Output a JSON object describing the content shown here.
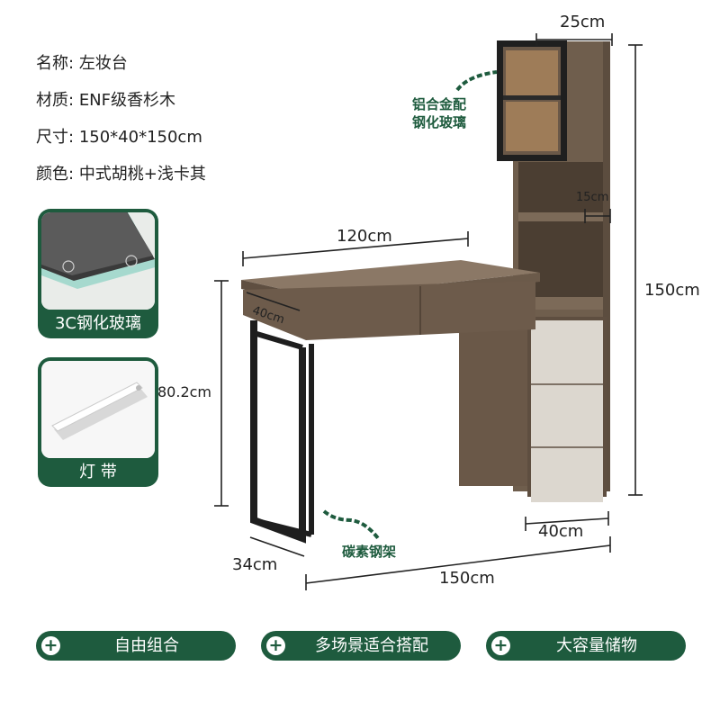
{
  "specs": [
    {
      "label": "名称:",
      "value": "左妆台"
    },
    {
      "label": "材质:",
      "value": "ENF级香杉木"
    },
    {
      "label": "尺寸:",
      "value": "150*40*150cm"
    },
    {
      "label": "颜色:",
      "value": "中式胡桃+浅卡其"
    }
  ],
  "features": [
    {
      "caption": "3C钢化玻璃",
      "icon": "tempered-glass-icon"
    },
    {
      "caption": "灯 带",
      "icon": "led-strip-icon"
    }
  ],
  "dimensions": {
    "top_depth": "25cm",
    "shelf_gap": "15cm",
    "desk_width": "120cm",
    "desk_depth": "40cm",
    "total_height": "150cm",
    "desk_height": "80.2cm",
    "leg_depth": "34cm",
    "cabinet_depth": "40cm",
    "total_width": "150cm"
  },
  "callouts": {
    "glass_door_line1": "铝合金配",
    "glass_door_line2": "钢化玻璃",
    "frame": "碳素钢架"
  },
  "pills": [
    "自由组合",
    "多场景适合搭配",
    "大容量储物"
  ],
  "colors": {
    "brand_green": "#1e5b3e",
    "walnut": "#6f5e4d",
    "khaki": "#dcd7cf",
    "glass_frame": "#222222"
  }
}
